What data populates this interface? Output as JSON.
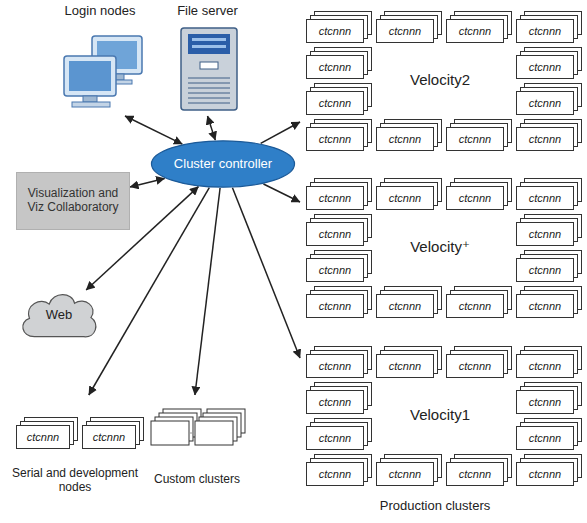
{
  "diagram": {
    "nodes": [
      {
        "text": [
          "Login nodes"
        ]
      },
      {
        "text": [
          "File server"
        ]
      },
      {
        "text": [
          "Velocity2"
        ]
      },
      {
        "text": [
          "ctcnnn"
        ],
        "in": 2
      },
      {
        "text": [
          "ctcnnn"
        ],
        "in": 2
      },
      {
        "text": [
          "ctcnnn"
        ],
        "in": 2
      },
      {
        "text": [
          "ctcnnn"
        ],
        "in": 2
      },
      {
        "text": [
          "ctcnnn"
        ],
        "in": 2
      },
      {
        "text": [
          "ctcnnn"
        ],
        "in": 2
      },
      {
        "text": [
          "ctcnnn"
        ],
        "in": 2
      },
      {
        "text": [
          "ctcnnn"
        ],
        "in": 2
      },
      {
        "text": [
          "ctcnnn"
        ],
        "in": 2
      },
      {
        "text": [
          "ctcnnn"
        ],
        "in": 2
      },
      {
        "text": [
          "ctcnnn"
        ],
        "in": 2
      },
      {
        "text": [
          "ctcnnn"
        ],
        "in": 2
      },
      {
        "text": [
          "Visualization and Viz Collaboratory"
        ]
      },
      {
        "text": [
          "Cluster controller"
        ]
      },
      {
        "text": [
          "Velocity⁺"
        ]
      },
      {
        "text": [
          "ctcnnn"
        ],
        "in": 17
      },
      {
        "text": [
          "ctcnnn"
        ],
        "in": 17
      },
      {
        "text": [
          "ctcnnn"
        ],
        "in": 17
      },
      {
        "text": [
          "ctcnnn"
        ],
        "in": 17
      },
      {
        "text": [
          "ctcnnn"
        ],
        "in": 17
      },
      {
        "text": [
          "ctcnnn"
        ],
        "in": 17
      },
      {
        "text": [
          "ctcnnn"
        ],
        "in": 17
      },
      {
        "text": [
          "ctcnnn"
        ],
        "in": 17
      },
      {
        "text": [
          "ctcnnn"
        ],
        "in": 17
      },
      {
        "text": [
          "ctcnnn"
        ],
        "in": 17
      },
      {
        "text": [
          "ctcnnn"
        ],
        "in": 17
      },
      {
        "text": [
          "ctcnnn"
        ],
        "in": 17
      },
      {
        "text": [
          "Web"
        ]
      },
      {
        "text": [
          "Velocity1"
        ]
      },
      {
        "text": [
          "ctcnnn"
        ],
        "in": 31
      },
      {
        "text": [
          "ctcnnn"
        ],
        "in": 31
      },
      {
        "text": [
          "ctcnnn"
        ],
        "in": 31
      },
      {
        "text": [
          "ctcnnn"
        ],
        "in": 31
      },
      {
        "text": [
          "ctcnnn"
        ],
        "in": 31
      },
      {
        "text": [
          "ctcnnn"
        ],
        "in": 31
      },
      {
        "text": [
          "ctcnnn"
        ],
        "in": 31
      },
      {
        "text": [
          "ctcnnn"
        ],
        "in": 31
      },
      {
        "text": [
          "ctcnnn"
        ],
        "in": 31
      },
      {
        "text": [
          "ctcnnn"
        ],
        "in": 31
      },
      {
        "text": [
          "ctcnnn"
        ],
        "in": 31
      },
      {
        "text": [
          "ctcnnn"
        ],
        "in": 31
      },
      {
        "text": [
          "Serial and development nodes"
        ]
      },
      {
        "text": [
          "ctcnnn"
        ],
        "in": 44
      },
      {
        "text": [
          "ctcnnn"
        ],
        "in": 44
      },
      {
        "text": [
          "Custom clusters"
        ]
      }
    ],
    "edges": [
      {
        "from": 16,
        "to": 0,
        "arrow": "both"
      },
      {
        "from": 16,
        "to": 1,
        "arrow": "both"
      },
      {
        "from": 16,
        "to": 2,
        "arrow": "to"
      },
      {
        "from": 16,
        "to": 15,
        "arrow": "both"
      },
      {
        "from": 16,
        "to": 17,
        "arrow": "to"
      },
      {
        "from": 16,
        "to": 30,
        "arrow": "both"
      },
      {
        "from": 16,
        "to": 31,
        "arrow": "to"
      },
      {
        "from": 16,
        "to": 44,
        "arrow": "to"
      },
      {
        "from": 16,
        "to": 47,
        "arrow": "to"
      }
    ],
    "labels": [
      "Production clusters"
    ]
  }
}
